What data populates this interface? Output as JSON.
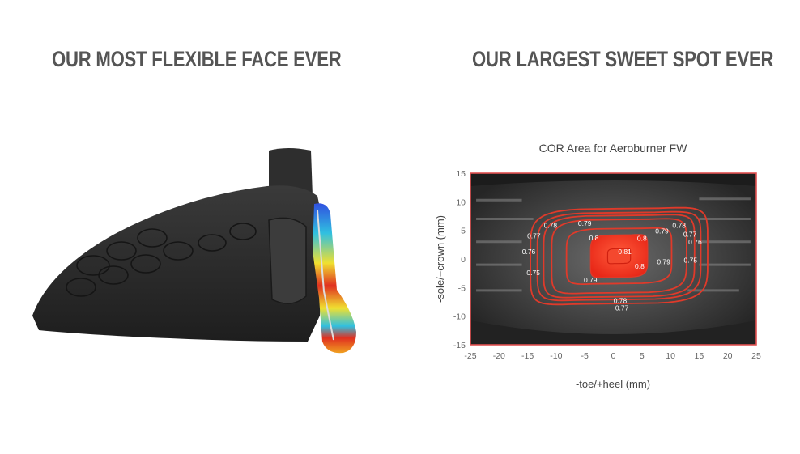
{
  "headlines": {
    "left": "OUR MOST FLEXIBLE FACE EVER",
    "right": "OUR LARGEST SWEET SPOT EVER"
  },
  "colors": {
    "headline": "#555555",
    "club_body": "#2b2b2b",
    "plot_frame": "#e05050",
    "contour": "#e03a2a",
    "sweet_spot": "#f03a22"
  },
  "chart_data": {
    "type": "contour",
    "title": "COR Area for Aeroburner FW",
    "xlabel": "-toe/+heel (mm)",
    "ylabel": "-sole/+crown (mm)",
    "xlim": [
      -25,
      25
    ],
    "ylim": [
      -15,
      15
    ],
    "xticks": [
      -25,
      -20,
      -15,
      -10,
      -5,
      0,
      5,
      10,
      15,
      20,
      25
    ],
    "yticks": [
      15,
      10,
      5,
      0,
      -5,
      -10,
      -15
    ],
    "grid": false,
    "legend": "none",
    "levels": [
      {
        "value": 0.75,
        "label": "0.75",
        "rx": 15.5,
        "ry": 8.3,
        "label_points": [
          [
            -14,
            -2.5
          ],
          [
            13.5,
            -0.3
          ]
        ]
      },
      {
        "value": 0.76,
        "label": "0.76",
        "rx": 14.3,
        "ry": 7.6,
        "label_points": [
          [
            -14.8,
            1.2
          ],
          [
            14.3,
            2.9
          ]
        ]
      },
      {
        "value": 0.77,
        "label": "0.77",
        "rx": 13.2,
        "ry": 7.1,
        "label_points": [
          [
            -13.9,
            3.9
          ],
          [
            1.5,
            -8.7
          ],
          [
            13.4,
            4.2
          ]
        ]
      },
      {
        "value": 0.78,
        "label": "0.78",
        "rx": 11.8,
        "ry": 6.4,
        "label_points": [
          [
            -11,
            5.8
          ],
          [
            1.2,
            -7.4
          ],
          [
            11.5,
            5.8
          ]
        ]
      },
      {
        "value": 0.79,
        "label": "0.79",
        "rx": 9.2,
        "ry": 4.8,
        "label_points": [
          [
            -5,
            6.1
          ],
          [
            8.5,
            4.8
          ],
          [
            -4,
            -3.8
          ],
          [
            8.8,
            -0.6
          ]
        ]
      },
      {
        "value": 0.8,
        "label": "0.8",
        "rx": 5.0,
        "ry": 3.7,
        "label_points": [
          [
            -3.4,
            3.6
          ],
          [
            5.0,
            3.5
          ],
          [
            4.6,
            -1.4
          ]
        ]
      },
      {
        "value": 0.81,
        "label": "0.81",
        "rx": 2.0,
        "ry": 1.3,
        "label_points": [
          [
            2.0,
            1.2
          ]
        ]
      }
    ]
  }
}
